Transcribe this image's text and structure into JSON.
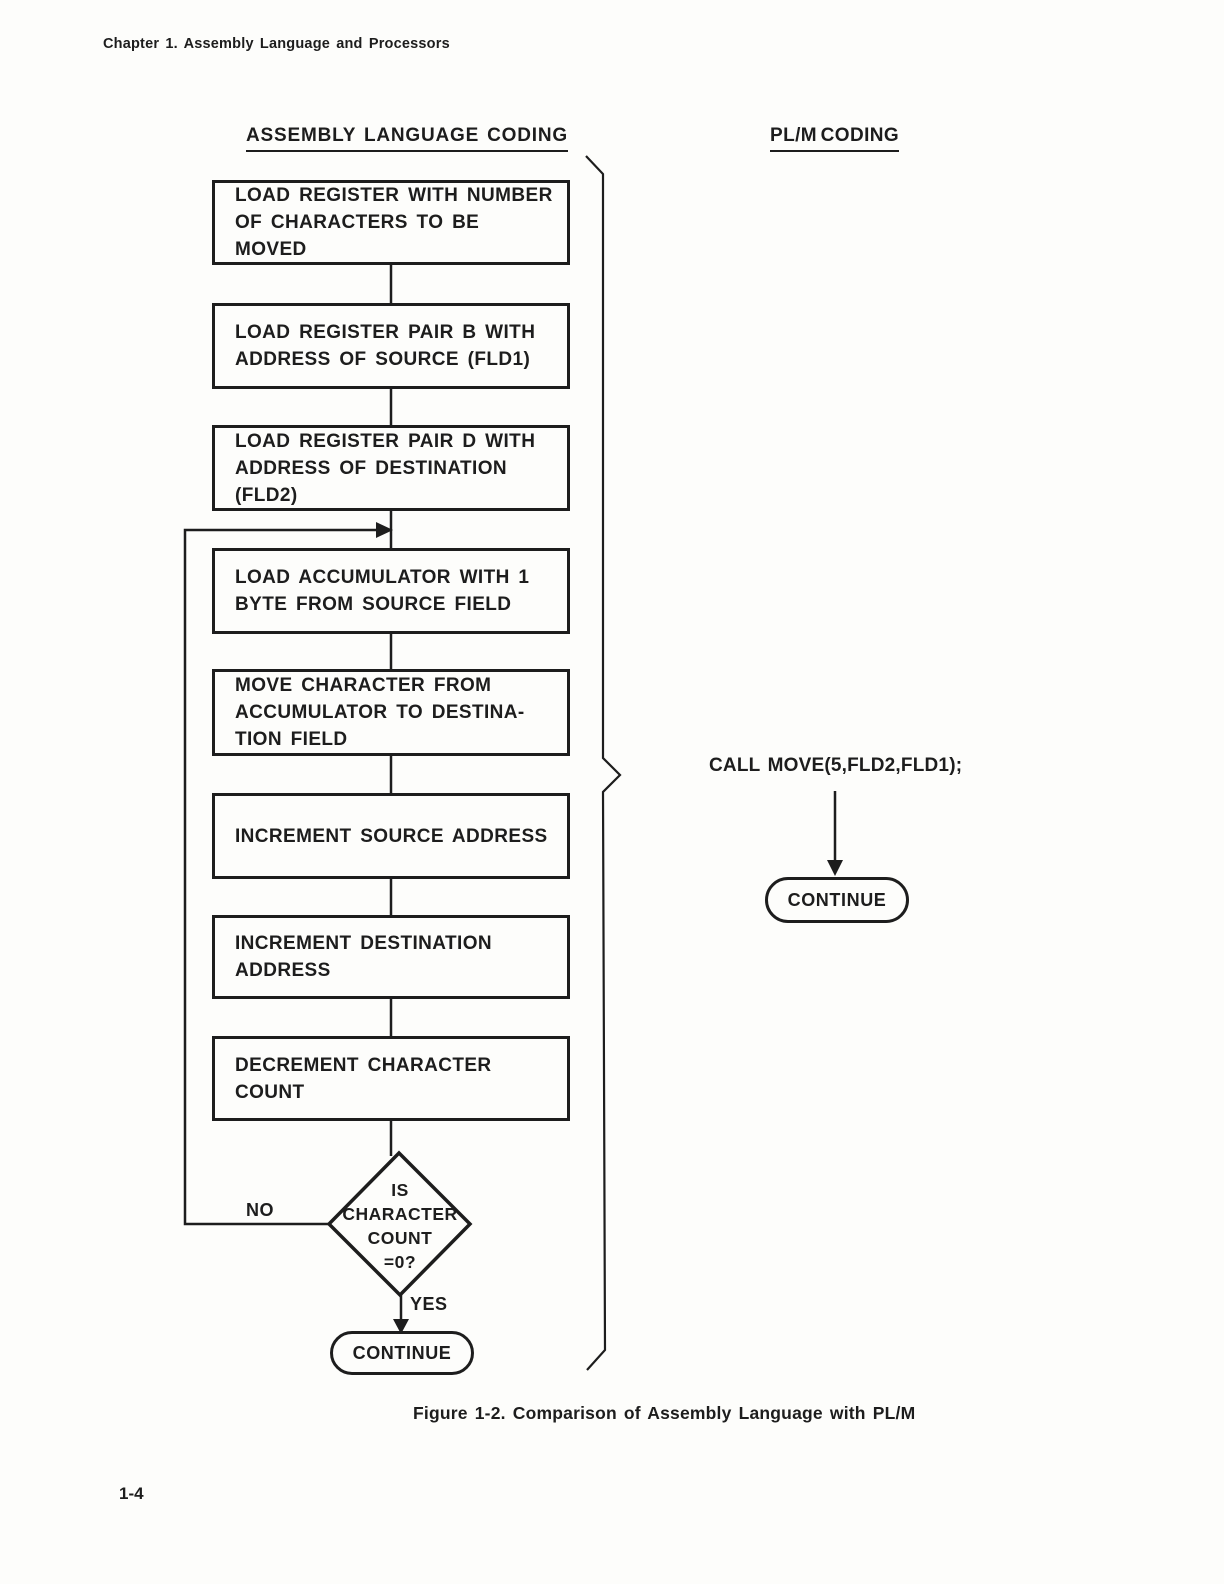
{
  "page": {
    "chapter_header": "Chapter 1.  Assembly Language and Processors",
    "figure_caption": "Figure 1-2.  Comparison of Assembly Language with PL/M",
    "page_number": "1-4"
  },
  "headers": {
    "assembly": "ASSEMBLY LANGUAGE CODING",
    "plm": "PL/M CODING"
  },
  "flowchart": {
    "boxes": [
      {
        "label": "LOAD REGISTER WITH NUMBER\nOF CHARACTERS TO BE MOVED"
      },
      {
        "label": "LOAD REGISTER PAIR B WITH\nADDRESS OF SOURCE (FLD1)"
      },
      {
        "label": "LOAD REGISTER PAIR D WITH\nADDRESS OF DESTINATION\n(FLD2)"
      },
      {
        "label": "LOAD ACCUMULATOR WITH 1\nBYTE FROM SOURCE FIELD"
      },
      {
        "label": "MOVE CHARACTER FROM\nACCUMULATOR TO DESTINA-\nTION FIELD"
      },
      {
        "label": "INCREMENT SOURCE ADDRESS"
      },
      {
        "label": "INCREMENT DESTINATION\nADDRESS"
      },
      {
        "label": "DECREMENT CHARACTER COUNT"
      }
    ],
    "decision": {
      "label": "IS\nCHARACTER\nCOUNT\n=0?",
      "no_label": "NO",
      "yes_label": "YES"
    },
    "terminal_label": "CONTINUE"
  },
  "plm_column": {
    "call_statement": "CALL MOVE(5,FLD2,FLD1);",
    "terminal_label": "CONTINUE"
  },
  "colors": {
    "ink": "#1d1d1d",
    "paper": "#fdfdfb"
  }
}
